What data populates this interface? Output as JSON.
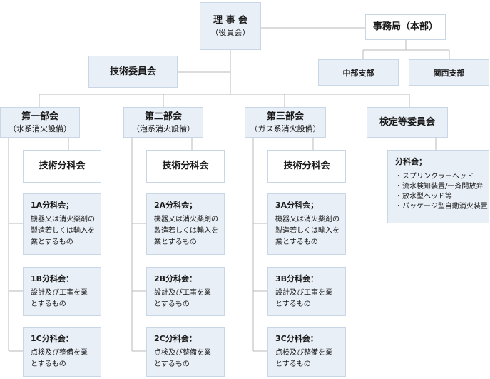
{
  "board": {
    "title": "理 事 会",
    "sub": "（役員会）"
  },
  "secretariat": {
    "title": "事務局（本部）",
    "branches": [
      "中部支部",
      "関西支部"
    ]
  },
  "tech_committee": {
    "title": "技術委員会"
  },
  "divisions": [
    {
      "title": "第一部会",
      "sub": "（水系消火設備）",
      "tech_subcommittee": "技術分科会",
      "subcommittees": [
        {
          "head": "1A分科会；",
          "desc": "機器又は消火薬剤の\n製造若しくは輸入を\n業とするもの"
        },
        {
          "head": "1B分科会：",
          "desc": "設計及び工事を業\nとするもの"
        },
        {
          "head": "1C分科会：",
          "desc": "点検及び整備を業\nとするもの"
        }
      ]
    },
    {
      "title": "第二部会",
      "sub": "（泡系消火設備）",
      "tech_subcommittee": "技術分科会",
      "subcommittees": [
        {
          "head": "2A分科会；",
          "desc": "機器又は消火薬剤の\n製造若しくは輸入を\n業とするもの"
        },
        {
          "head": "2B分科会：",
          "desc": "設計及び工事を業\nとするもの"
        },
        {
          "head": "2C分科会：",
          "desc": "点検及び整備を業\nとするもの"
        }
      ]
    },
    {
      "title": "第三部会",
      "sub": "（ガス系消火設備）",
      "tech_subcommittee": "技術分科会",
      "subcommittees": [
        {
          "head": "3A分科会；",
          "desc": "機器又は消火薬剤の\n製造若しくは輸入を\n業とするもの"
        },
        {
          "head": "3B分科会：",
          "desc": "設計及び工事を業\nとするもの"
        },
        {
          "head": "3C分科会：",
          "desc": "点検及び整備を業\nとするもの"
        }
      ]
    }
  ],
  "inspection_committee": {
    "title": "検定等委員会",
    "subcommittee_head": "分科会；",
    "items": [
      "・スプリンクラーヘッド",
      "・流水検知装置/一斉開放弁",
      "・放水型ヘッド等",
      "・パッケージ型自動消火装置"
    ]
  },
  "colors": {
    "box_fill": "#e9eff7",
    "box_border": "#c9d6e6",
    "line": "#b9b9b9"
  }
}
